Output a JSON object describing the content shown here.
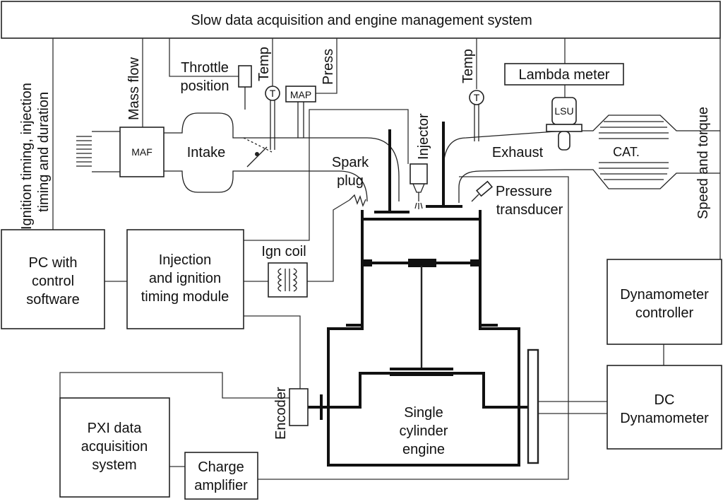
{
  "labels": {
    "slow_daq": "Slow data acquisition and engine management system",
    "pc": [
      "PC with",
      "control",
      "software"
    ],
    "injection_module": [
      "Injection",
      "and ignition",
      "timing module"
    ],
    "pxi": [
      "PXI data",
      "acquisition",
      "system"
    ],
    "charge_amp": [
      "Charge",
      "amplifier"
    ],
    "dyno_controller": [
      "Dynamometer",
      "controller"
    ],
    "dc_dyno": [
      "DC",
      "Dynamometer"
    ],
    "lambda_meter": "Lambda meter",
    "ignition_timing": [
      "Ignition timing, injection",
      "timing and duration"
    ],
    "mass_flow": "Mass flow",
    "throttle": [
      "Throttle",
      "position"
    ],
    "temp_intake": "Temp",
    "press": "Press",
    "map": "MAP",
    "maf": "MAF",
    "intake": "Intake",
    "injector": "Injector",
    "temp_exhaust": "Temp",
    "exhaust": "Exhaust",
    "lsu": "LSU",
    "cat": "CAT.",
    "speed_torque": "Speed and torque",
    "spark_plug": [
      "Spark",
      "plug"
    ],
    "pressure_transducer": [
      "Pressure",
      "transducer"
    ],
    "ign_coil": "Ign coil",
    "encoder": "Encoder",
    "engine": [
      "Single",
      "cylinder",
      "engine"
    ]
  }
}
